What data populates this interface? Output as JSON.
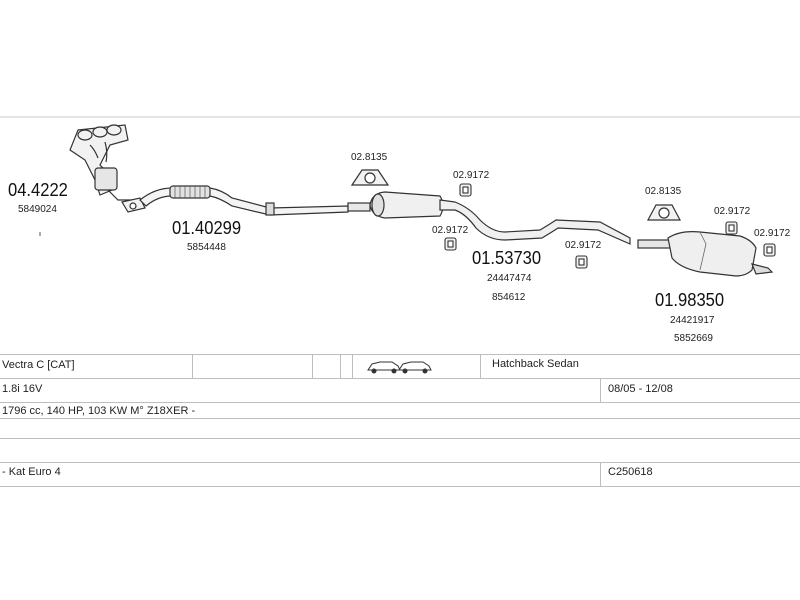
{
  "parts": {
    "manifold": {
      "number": "04.4222",
      "oe": "5849024"
    },
    "front_pipe": {
      "number": "01.40299",
      "oe": "5854448"
    },
    "middle": {
      "number": "01.53730",
      "oe1": "24447474",
      "oe2": "854612"
    },
    "rear": {
      "number": "01.98350",
      "oe1": "24421917",
      "oe2": "5852669"
    }
  },
  "fittings": {
    "gasket_a": "02.8135",
    "hanger_a": "02.9172",
    "hanger_b": "02.9172",
    "hanger_c": "02.9172",
    "gasket_b": "02.8135",
    "hanger_d": "02.9172",
    "hanger_e": "02.9172"
  },
  "vehicle": {
    "model": "Vectra C  [CAT]",
    "body": "Hatchback Sedan",
    "engine": "1.8i 16V",
    "years": "08/05 - 12/08",
    "spec": "1796 cc, 140 HP, 103 KW M° Z18XER -",
    "emission": "- Kat Euro 4",
    "code": "C250618"
  }
}
